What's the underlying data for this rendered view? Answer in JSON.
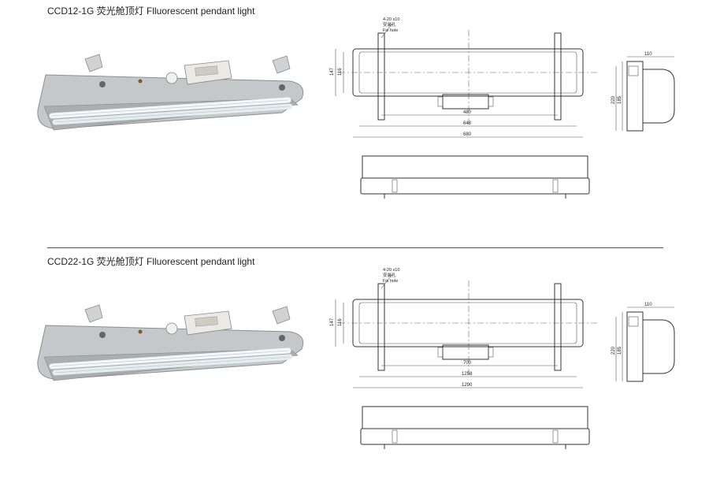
{
  "sections": [
    {
      "title": "CCD12-1G 荧光舱顶灯 Flluorescent pendant light",
      "hole_note": [
        "4-20 x10",
        "安装孔",
        "Fix hole"
      ],
      "dims": {
        "inner_span": "480",
        "mid_span": "648",
        "overall": "680",
        "height_outer": "147",
        "height_inner": "116",
        "side_width": "110",
        "side_height_outer": "220",
        "side_height_inner": "185"
      }
    },
    {
      "title": "CCD22-1G 荧光舱顶灯 Flluorescent pendant light",
      "hole_note": [
        "4-20 x10",
        "安装孔",
        "Fix hole"
      ],
      "dims": {
        "inner_span": "700",
        "mid_span": "1258",
        "overall": "1290",
        "height_outer": "147",
        "height_inner": "116",
        "side_width": "110",
        "side_height_outer": "220",
        "side_height_inner": "185"
      }
    }
  ],
  "colors": {
    "fixture_body": "#b9bdbf",
    "tube": "#eef3f6",
    "junction_box": "#e8e6e0",
    "line": "#333333"
  }
}
